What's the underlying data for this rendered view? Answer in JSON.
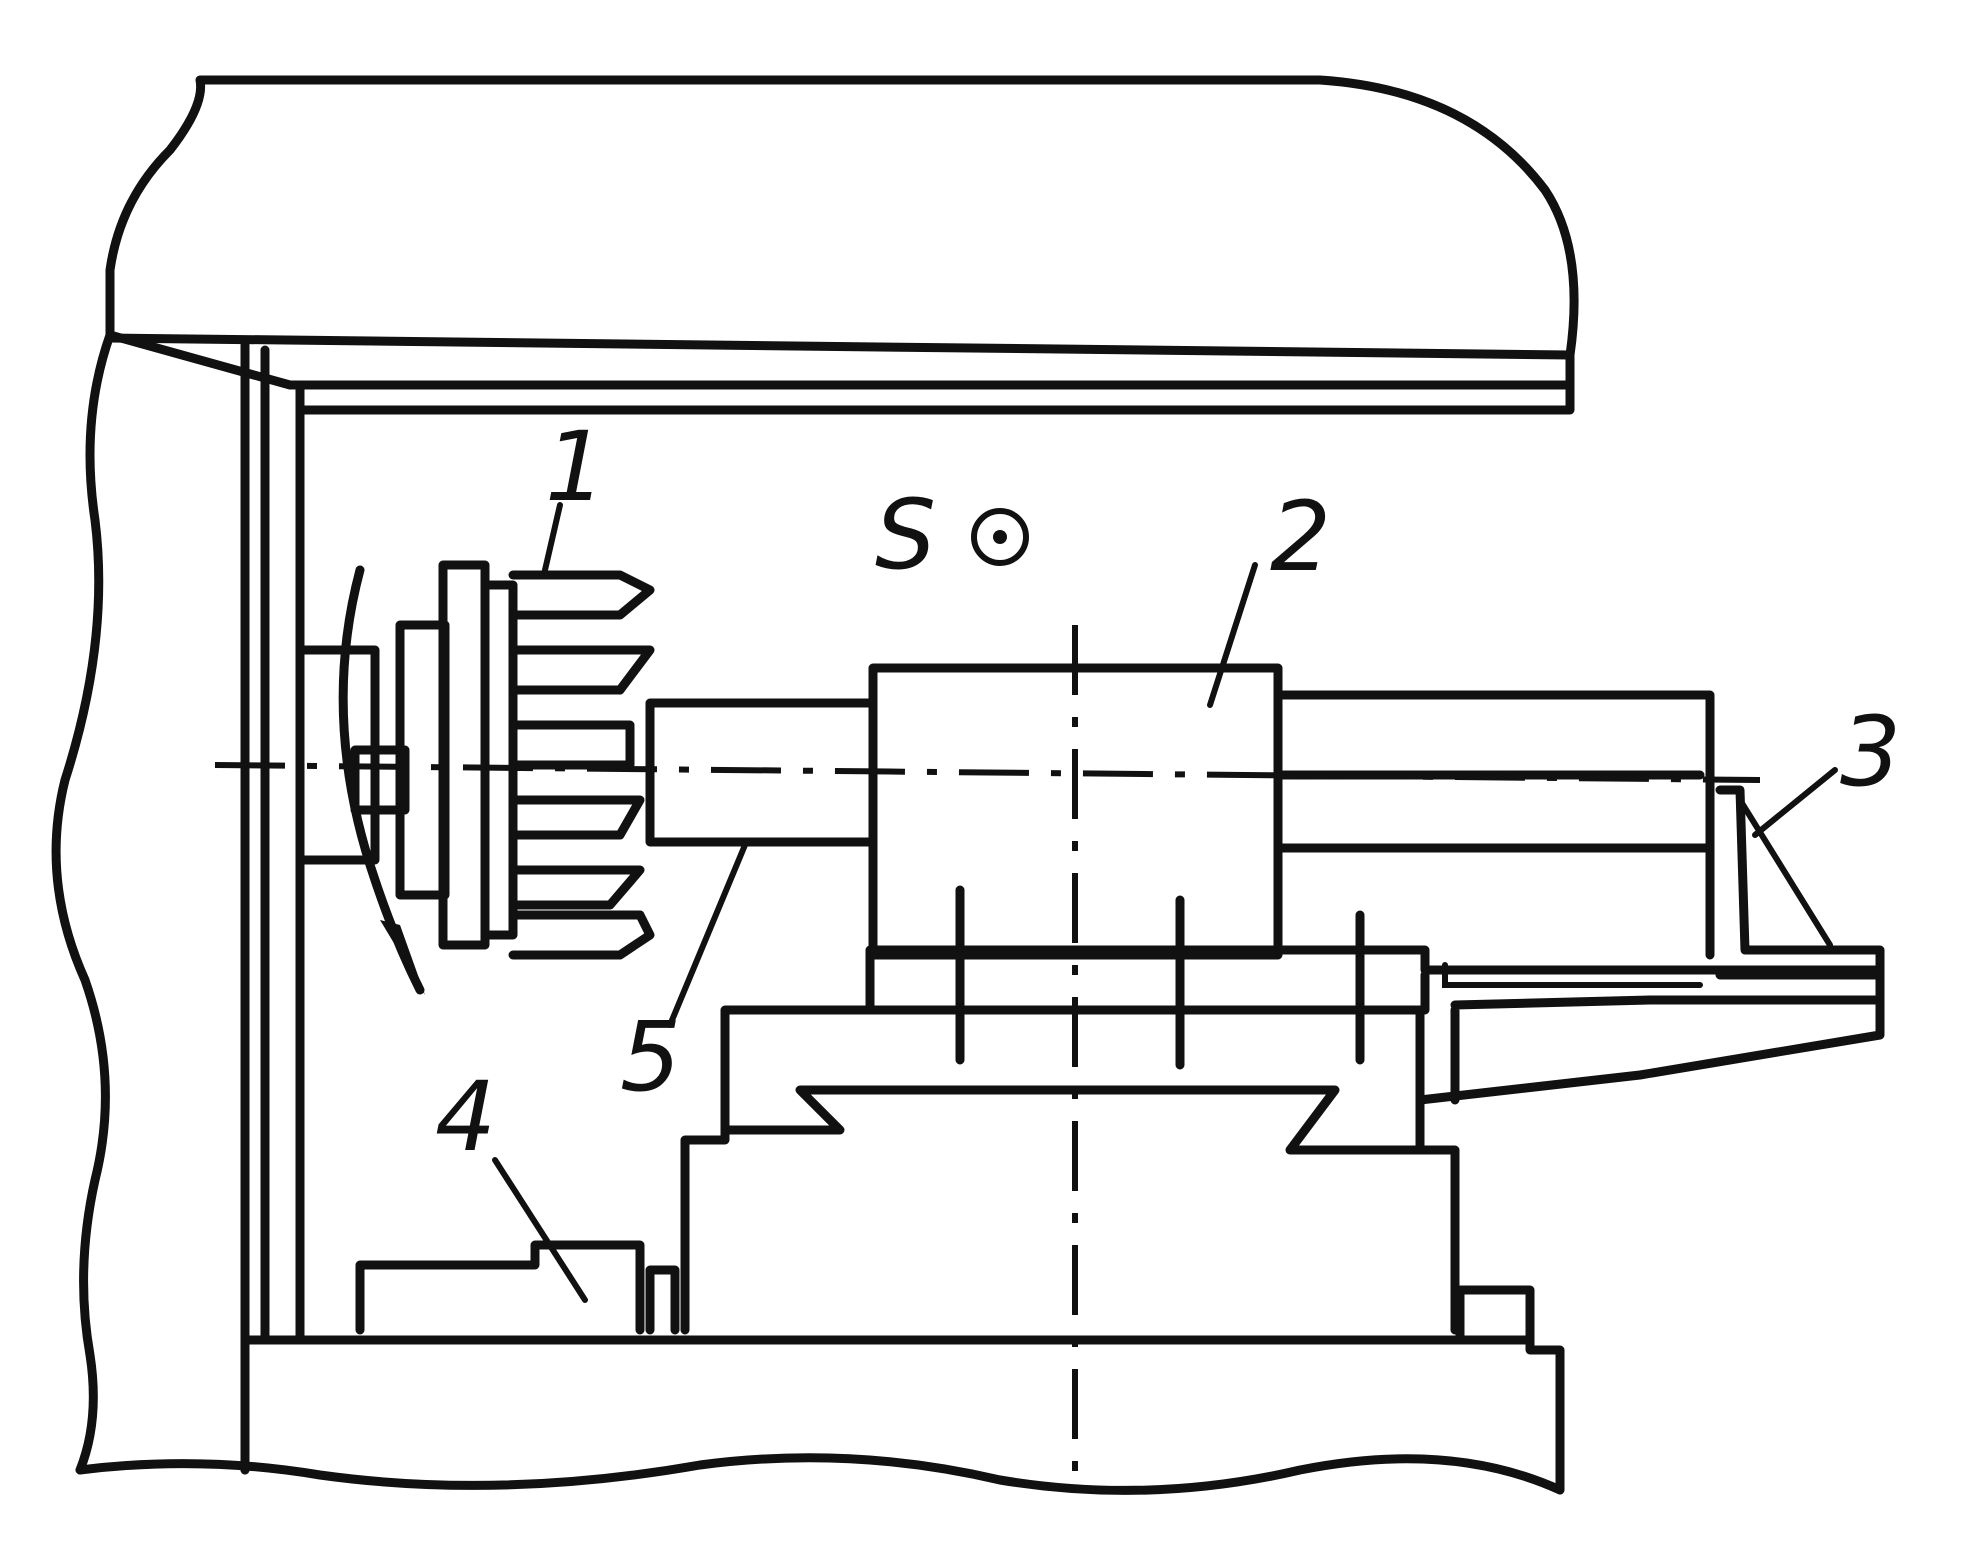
{
  "labels": {
    "n1": "1",
    "n2": "2",
    "n3": "3",
    "n4": "4",
    "n5": "5",
    "s": "S"
  },
  "colors": {
    "ink": "#111111",
    "paper": "#ffffff"
  }
}
